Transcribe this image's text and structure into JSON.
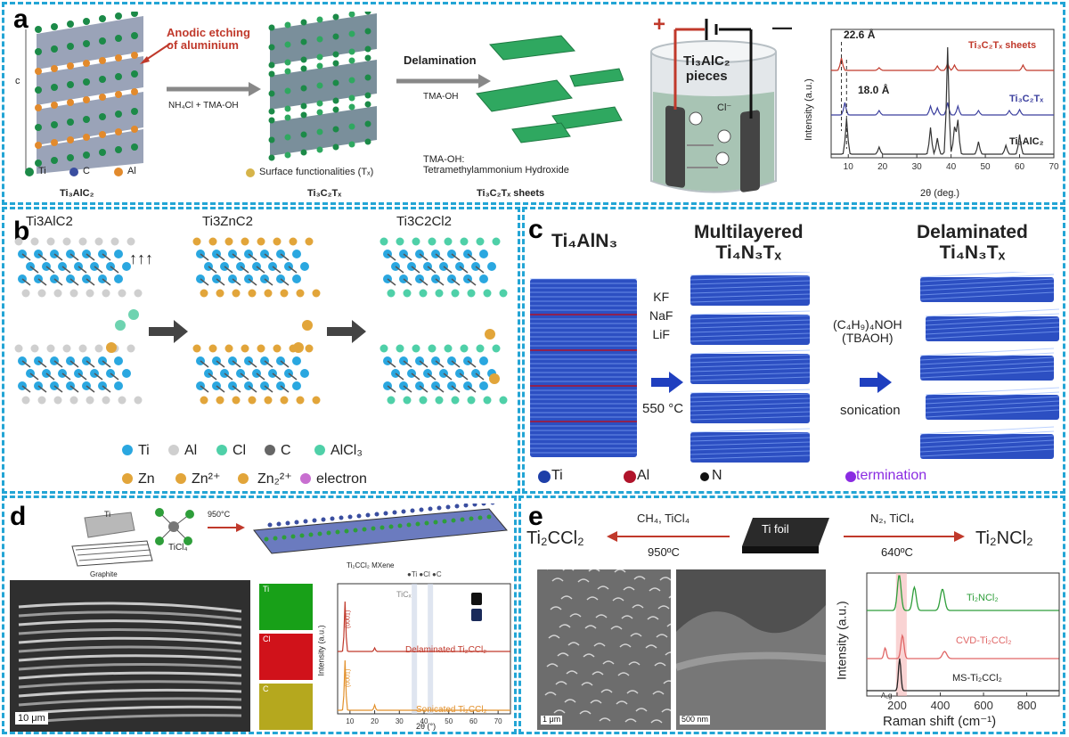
{
  "panel_a": {
    "label": "a",
    "etching": "Anodic etching\nof aluminium",
    "reagent1": "NH₄Cl + TMA-OH",
    "step2": "Delamination",
    "reagent2": "TMA-OH",
    "axis_c": "c",
    "legend_ti": "Ti",
    "legend_c": "C",
    "legend_al": "Al",
    "surface": "Surface functionalities (Tₓ)",
    "tmaoh_def": "TMA-OH:\nTetramethylammonium Hydroxide",
    "name1": "Ti₃AlC₂",
    "name2": "Ti₃C₂Tₓ",
    "name3": "Ti₃C₂Tₓ sheets",
    "cell_label": "Ti₃AlC₂\npieces",
    "plus": "+",
    "minus": "—",
    "ion": "Cl⁻",
    "xrd": {
      "ylabel": "Intensity (a.u.)",
      "xlabel": "2θ (deg.)",
      "ticks": [
        "10",
        "20",
        "30",
        "40",
        "50",
        "60",
        "70"
      ],
      "d1": "22.6 Å",
      "d2": "18.0 Å",
      "s1": "Ti₃C₂Tₓ sheets",
      "s2": "Ti₃C₂Tₓ",
      "s3": "Ti₃AlC₂",
      "c1": "#c0392b",
      "c2": "#3b3f9e",
      "c3": "#333333"
    }
  },
  "panel_b": {
    "label": "b",
    "s1": "Ti3AlC2",
    "s2": "Ti3ZnC2",
    "s3": "Ti3C2Cl2",
    "leg": [
      "Ti",
      "Al",
      "Cl",
      "C",
      "AlCl₃",
      "Zn",
      "Zn²⁺",
      "Zn₂²⁺",
      "electron"
    ]
  },
  "panel_c": {
    "label": "c",
    "h1": "Ti₄AlN₃",
    "h2": "Multilayered\nTi₄N₃Tₓ",
    "h3": "Delaminated\nTi₄N₃Tₓ",
    "r1": "KF\nNaF\nLiF",
    "t1": "550 °C",
    "r2": "(C₄H₉)₄NOH\n(TBAOH)",
    "t2": "sonication",
    "leg": [
      "Ti",
      "Al",
      "N",
      "termination"
    ]
  },
  "panel_d": {
    "label": "d",
    "ti": "Ti",
    "ticl4": "TiCl₄",
    "temp": "950°C",
    "graphite": "Graphite",
    "mxene": "Ti₂CCl₂ MXene",
    "leg": "●Ti  ●Cl  ●C",
    "scale": "10 μm",
    "map_ti": "Ti",
    "map_cl": "Cl",
    "map_c": "C",
    "xrd": {
      "ylabel": "Intensity (a.u.)",
      "xlabel": "2θ (°)",
      "ticks": [
        "10",
        "20",
        "30",
        "40",
        "50",
        "60",
        "70"
      ],
      "ticx": "TiCₓ",
      "peak1": "(0001)",
      "peak2": "(0001)",
      "s1": "Delaminated Ti₂CCl₂",
      "s2": "Sonicated Ti₂CCl₂"
    }
  },
  "panel_e": {
    "label": "e",
    "left": "Ti₂CCl₂",
    "right": "Ti₂NCl₂",
    "foil": "Ti foil",
    "r_left": "CH₄, TiCl₄",
    "t_left": "950ºC",
    "r_right": "N₂, TiCl₄",
    "t_right": "640ºC",
    "scale1": "1 μm",
    "scale2": "500 nm",
    "raman": {
      "ylabel": "Intensity (a.u.)",
      "xlabel": "Raman shift (cm⁻¹)",
      "ticks": [
        "200",
        "400",
        "600",
        "800"
      ],
      "s1": "Ti₂NCl₂",
      "s2": "CVD-Ti₂CCl₂",
      "s3": "MS-Ti₂CCl₂",
      "band": "A₁g",
      "c1": "#2e9e3a",
      "c2": "#e06666",
      "c3": "#222222"
    }
  }
}
